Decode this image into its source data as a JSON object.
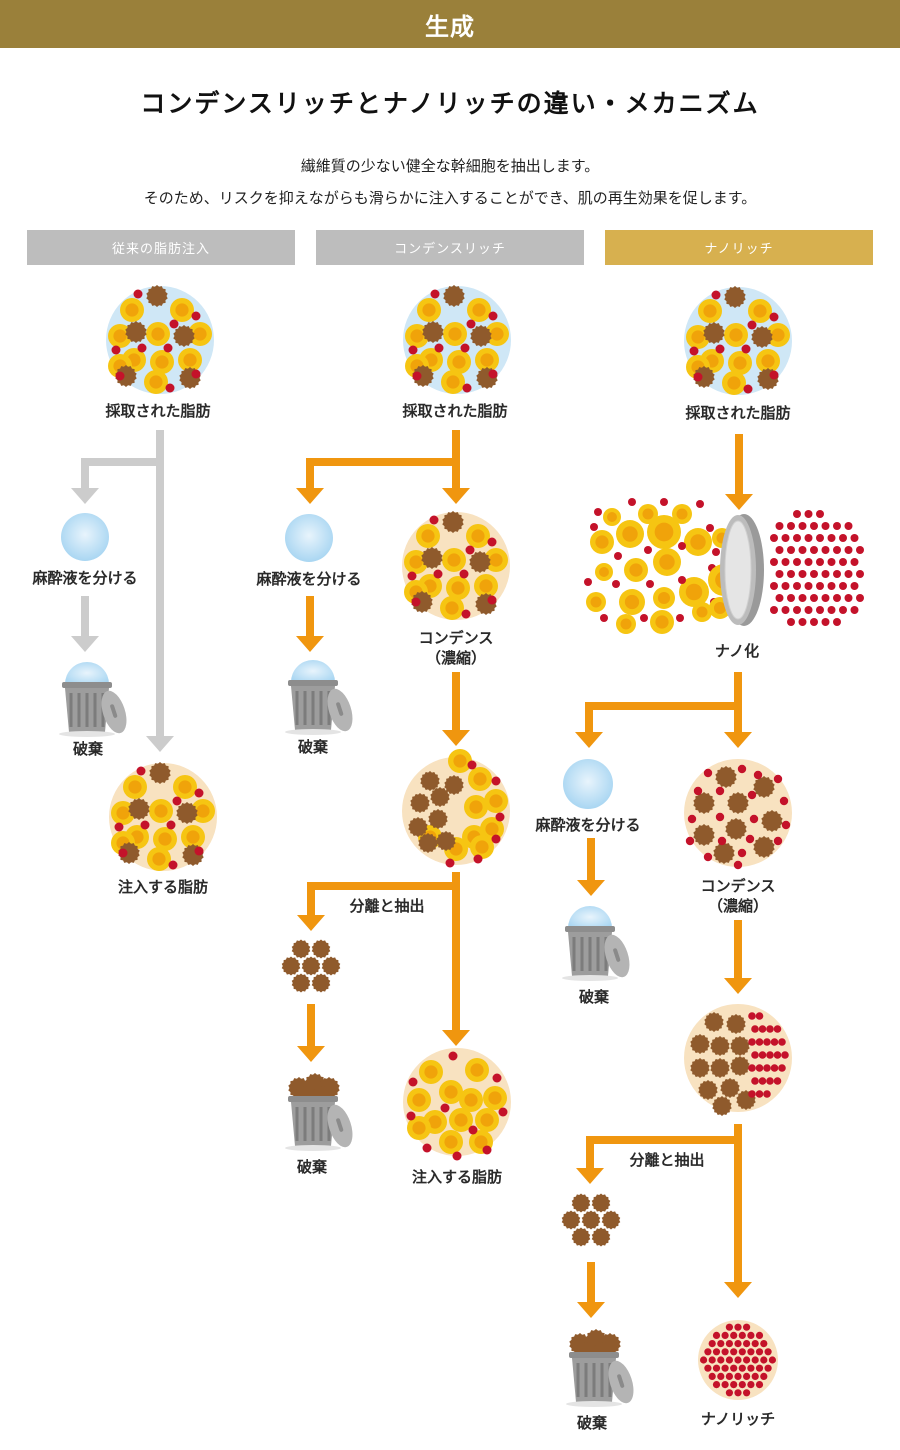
{
  "header": {
    "section_title": "生成"
  },
  "page_title": "コンデンスリッチとナノリッチの違い・メカニズム",
  "intro": {
    "line1": "繊維質の少ない健全な幹細胞を抽出します。",
    "line2": "そのため、リスクを抑えながらも滑らかに注入することができ、肌の再生効果を促します。"
  },
  "colors": {
    "header_bg": "#9a803a",
    "tab_gray": "#bdbdbd",
    "tab_gold": "#d7b04f",
    "arrow_orange": "#f0960f",
    "arrow_gray": "#cccccc",
    "fat_cell_outer": "#f6c512",
    "fat_cell_inner": "#f0a30a",
    "fiber_brown": "#8f5a2c",
    "blood_red": "#c4122a",
    "liquid_blue": "#cfe7f6",
    "dish_beige": "#f8e2c0",
    "trash_gray": "#9d9d9d"
  },
  "columns": [
    {
      "tab_label": "従来の脂肪注入",
      "style": "gray",
      "labels": {
        "harvested": "採取された脂肪",
        "separate_anesthetic": "麻酔液を分ける",
        "discard": "破棄",
        "injected_fat": "注入する脂肪"
      }
    },
    {
      "tab_label": "コンデンスリッチ",
      "style": "gray",
      "labels": {
        "harvested": "採取された脂肪",
        "separate_anesthetic": "麻酔液を分ける",
        "discard_anesthetic": "破棄",
        "condense": "コンデンス",
        "condense_sub": "（濃縮）",
        "separation": "分離と抽出",
        "discard_fiber": "破棄",
        "injected_fat": "注入する脂肪"
      }
    },
    {
      "tab_label": "ナノリッチ",
      "style": "gold",
      "labels": {
        "harvested": "採取された脂肪",
        "nano": "ナノ化",
        "separate_anesthetic": "麻酔液を分ける",
        "discard_anesthetic": "破棄",
        "condense": "コンデンス",
        "condense_sub": "（濃縮）",
        "separation": "分離と抽出",
        "discard_fiber": "破棄",
        "result": "ナノリッチ"
      }
    }
  ]
}
